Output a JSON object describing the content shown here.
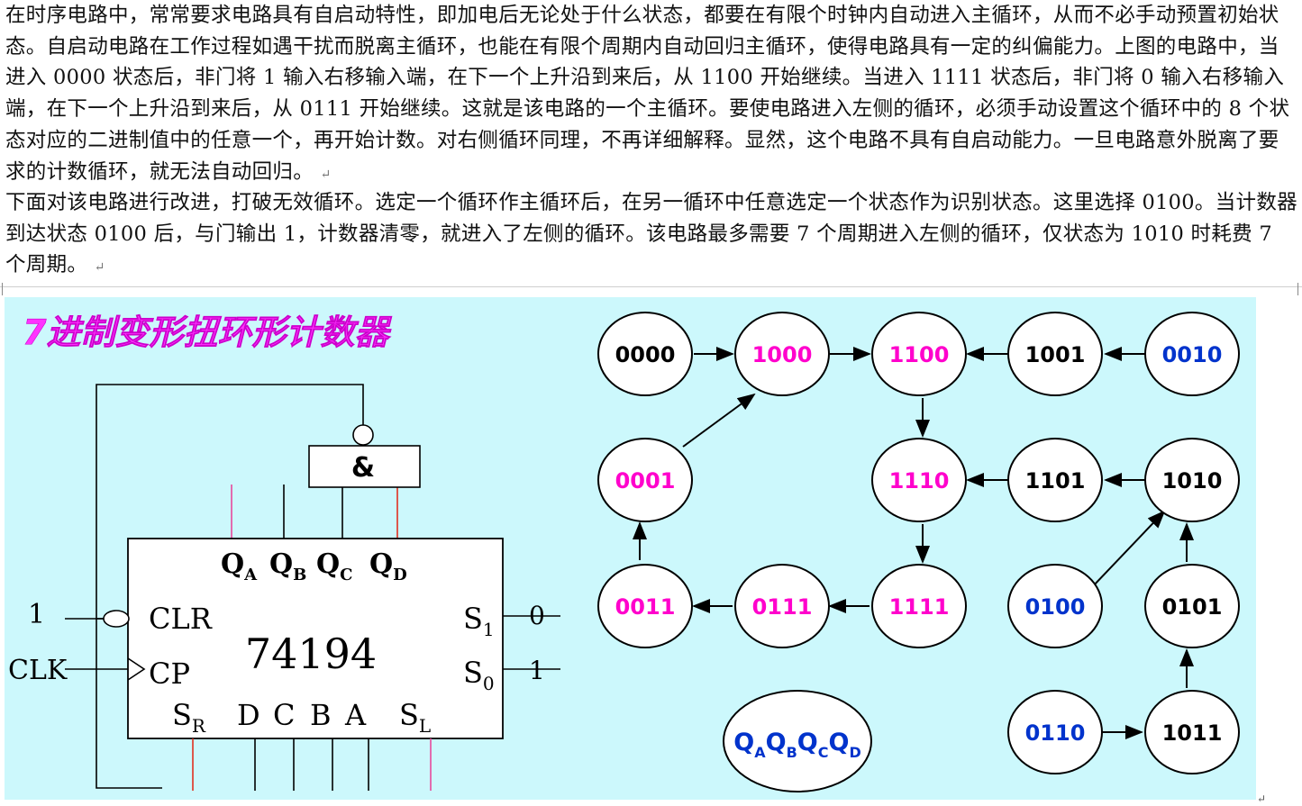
{
  "paragraphs": {
    "p1": "在时序电路中，常常要求电路具有自启动特性，即加电后无论处于什么状态，都要在有限个时钟内自动进入主循环，从而不必手动预置初始状态。自启动电路在工作过程如遇干扰而脱离主循环，也能在有限个周期内自动回归主循环，使得电路具有一定的纠偏能力。上图的电路中，当进入 0000 状态后，非门将 1 输入右移输入端，在下一个上升沿到来后，从 1100 开始继续。当进入 1111 状态后，非门将 0 输入右移输入端，在下一个上升沿到来后，从 0111 开始继续。这就是该电路的一个主循环。要使电路进入左侧的循环，必须手动设置这个循环中的 8 个状态对应的二进制值中的任意一个，再开始计数。对右侧循环同理，不再详细解释。显然，这个电路不具有自启动能力。一旦电路意外脱离了要求的计数循环，就无法自动回归。",
    "p2": "下面对该电路进行改进，打破无效循环。选定一个循环作主循环后，在另一循环中任意选定一个状态作为识别状态。这里选择 0100。当计数器到达状态 0100 后，与门输出 1，计数器清零，就进入了左侧的循环。该电路最多需要 7 个周期进入左侧的循环，仅状态为 1010 时耗费 7 个周期。"
  },
  "paragraph_mark": "↵",
  "figure": {
    "title": "7进制变形扭环形计数器",
    "chip": {
      "number": "74194",
      "and_gate_label": "&",
      "outputs": [
        "Q",
        "Q",
        "Q",
        "Q"
      ],
      "output_subs": [
        "A",
        "B",
        "C",
        "D"
      ],
      "pin_clr": "CLR",
      "pin_cp": "CP",
      "pin_s1": "S",
      "pin_s1_sub": "1",
      "pin_s0": "S",
      "pin_s0_sub": "0",
      "pin_sr": "S",
      "pin_sr_sub": "R",
      "pin_sl": "S",
      "pin_sl_sub": "L",
      "inputs_dcba": [
        "D",
        "C",
        "B",
        "A"
      ],
      "input_one": "1",
      "input_clk": "CLK",
      "s1_value": "0",
      "s0_value": "1"
    },
    "states": [
      {
        "id": "s0000",
        "label": "0000",
        "color": "#000000"
      },
      {
        "id": "s1000",
        "label": "1000",
        "color": "#ff00cc"
      },
      {
        "id": "s1100",
        "label": "1100",
        "color": "#ff00cc"
      },
      {
        "id": "s1001",
        "label": "1001",
        "color": "#000000"
      },
      {
        "id": "s0010",
        "label": "0010",
        "color": "#0033cc"
      },
      {
        "id": "s0001",
        "label": "0001",
        "color": "#ff00cc"
      },
      {
        "id": "s1110",
        "label": "1110",
        "color": "#ff00cc"
      },
      {
        "id": "s1101",
        "label": "1101",
        "color": "#000000"
      },
      {
        "id": "s1010",
        "label": "1010",
        "color": "#000000"
      },
      {
        "id": "s0011",
        "label": "0011",
        "color": "#ff00cc"
      },
      {
        "id": "s0111",
        "label": "0111",
        "color": "#ff00cc"
      },
      {
        "id": "s1111",
        "label": "1111",
        "color": "#ff00cc"
      },
      {
        "id": "s0100",
        "label": "0100",
        "color": "#0033cc"
      },
      {
        "id": "s0101",
        "label": "0101",
        "color": "#000000"
      },
      {
        "id": "s0110",
        "label": "0110",
        "color": "#0033cc"
      },
      {
        "id": "s1011",
        "label": "1011",
        "color": "#000000"
      }
    ],
    "legend": {
      "letter": "Q",
      "subs": [
        "A",
        "B",
        "C",
        "D"
      ],
      "color": "#0033cc"
    }
  }
}
